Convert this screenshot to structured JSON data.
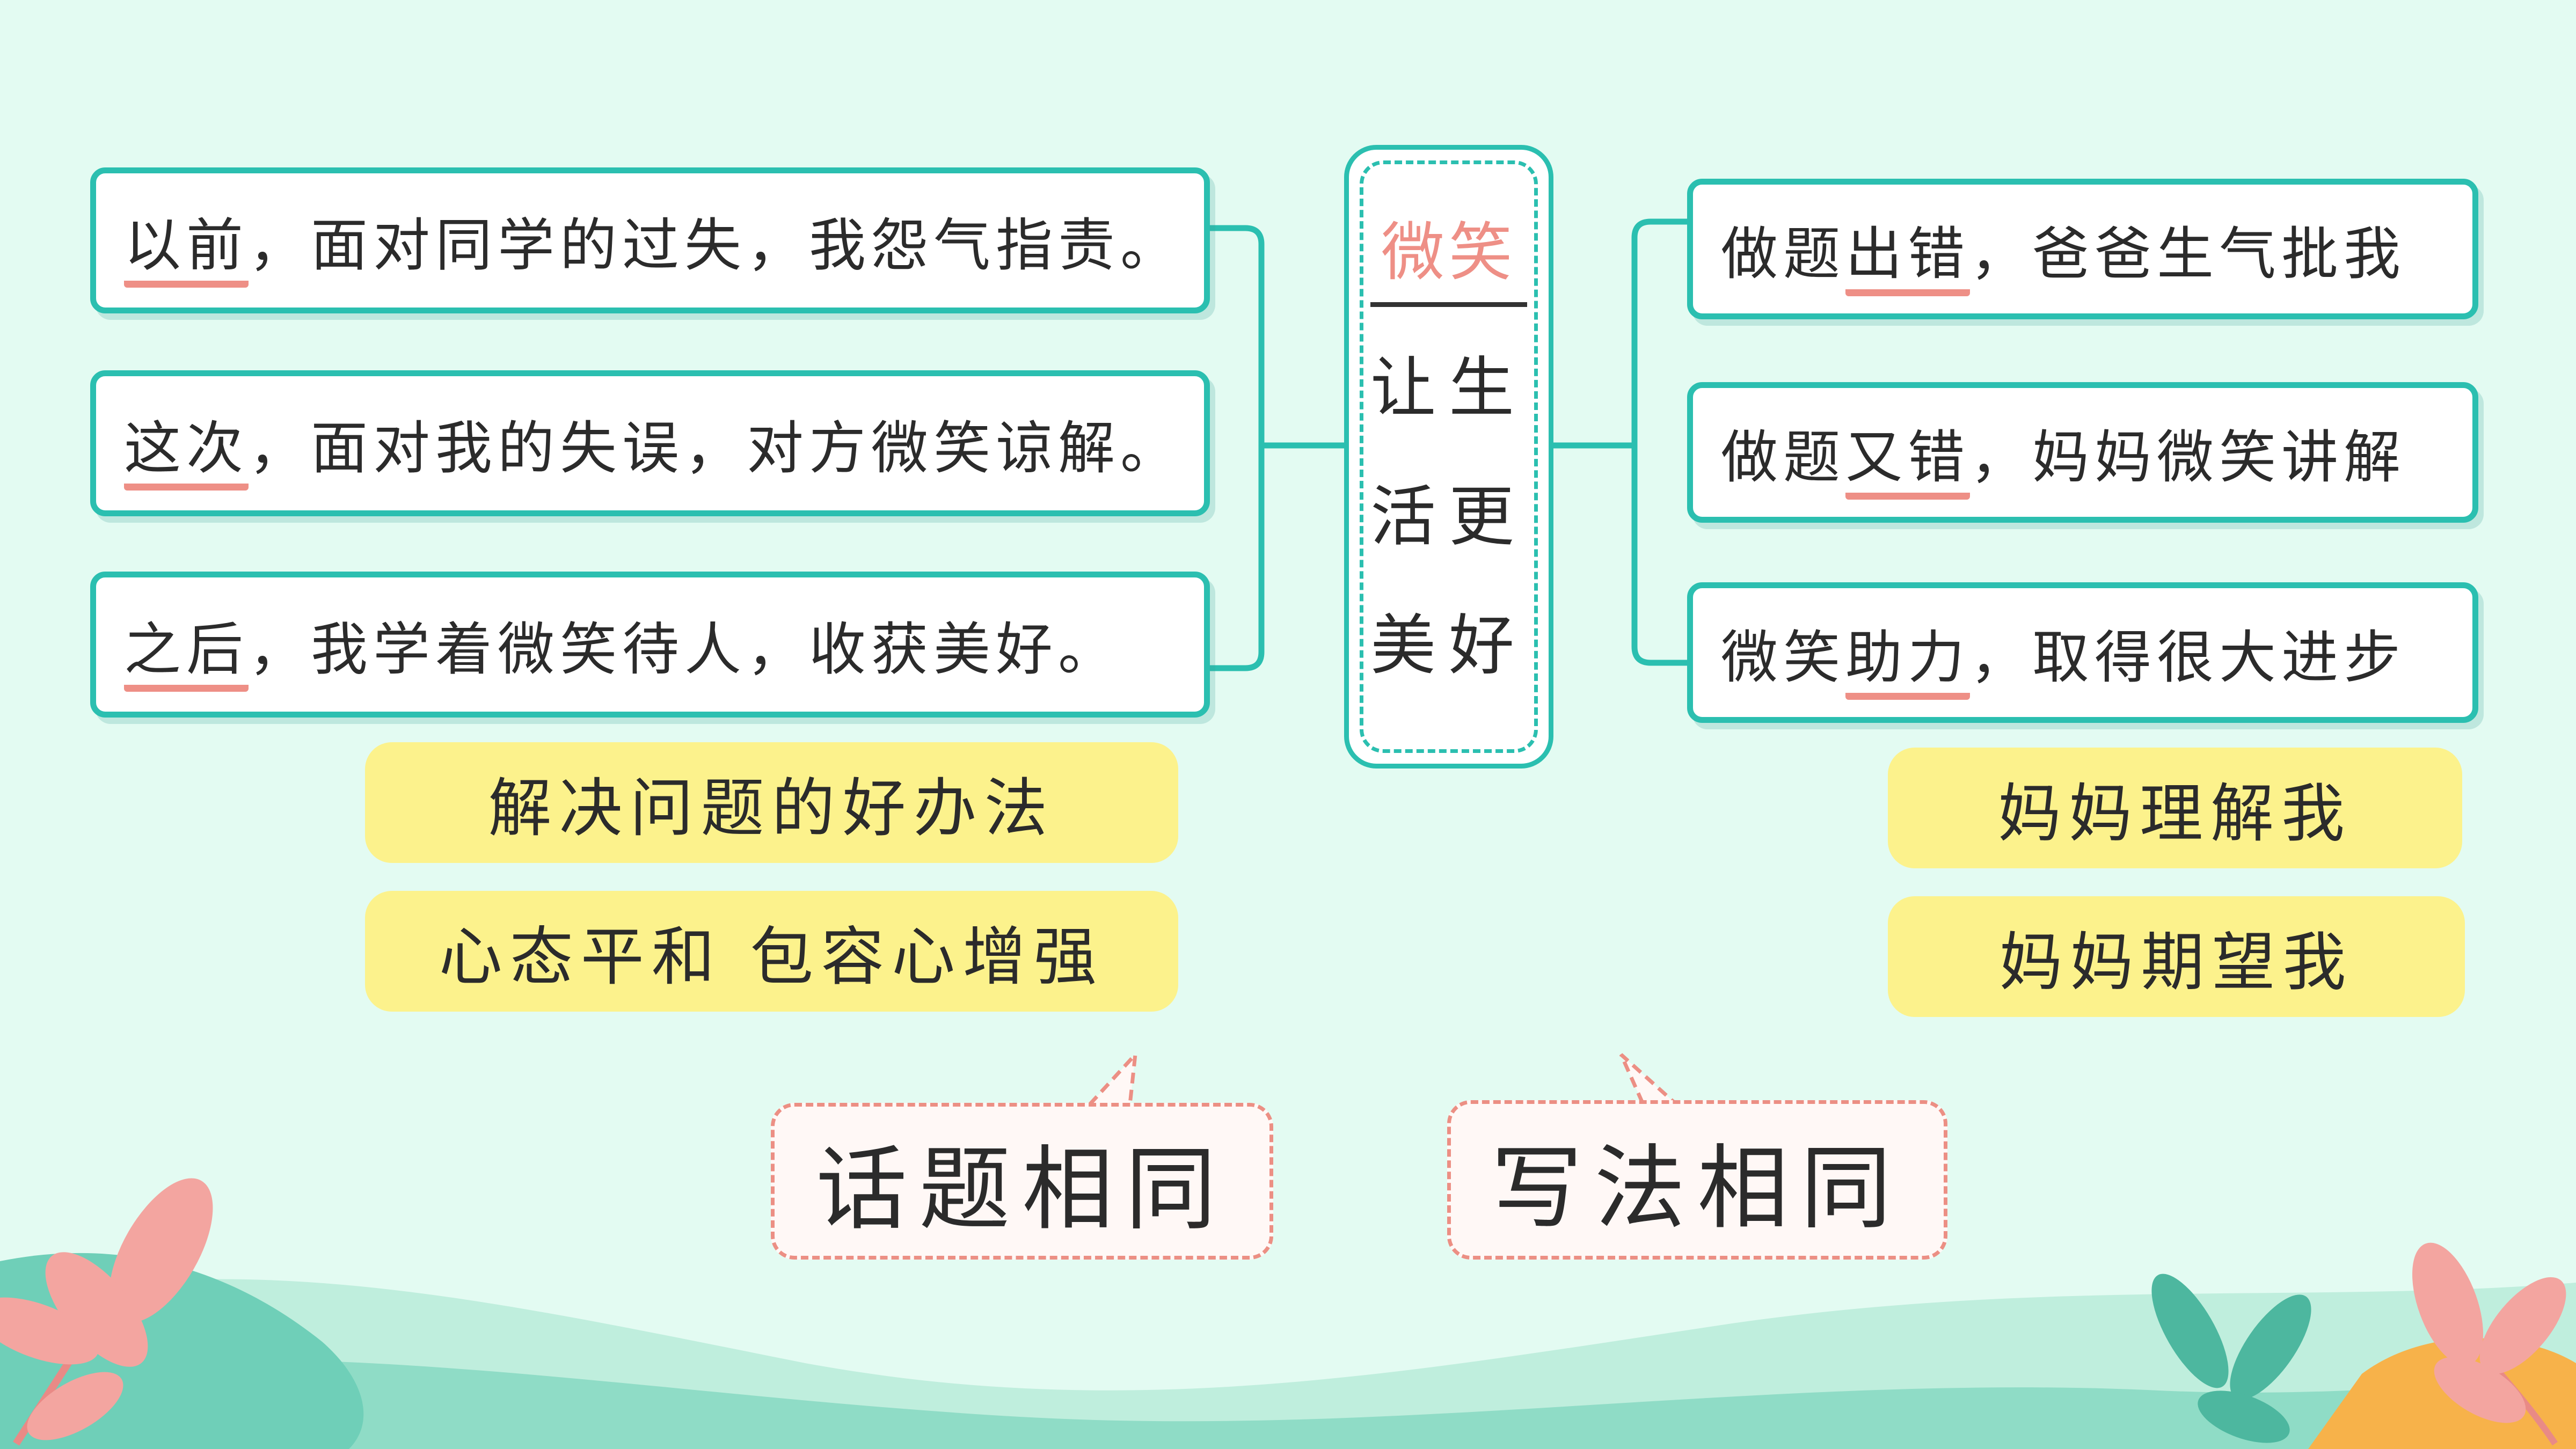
{
  "center": {
    "title": "微笑",
    "lines": [
      "让生",
      "活更",
      "美好"
    ]
  },
  "left": {
    "rows": [
      {
        "marked": "以前",
        "rest": "，面对同学的过失，我怨气指责。"
      },
      {
        "marked": "这次",
        "rest": "，面对我的失误，对方微笑谅解。"
      },
      {
        "marked": "之后",
        "rest": "，我学着微笑待人，收获美好。"
      }
    ],
    "notes": [
      "解决问题的好办法",
      "心态平和  包容心增强"
    ]
  },
  "right": {
    "rows": [
      {
        "before": "做题",
        "marked": "出错",
        "rest": "，爸爸生气批我"
      },
      {
        "before": "做题",
        "marked": "又错",
        "rest": "，妈妈微笑讲解"
      },
      {
        "before": "微笑",
        "marked": "助力",
        "rest": "，取得很大进步"
      }
    ],
    "notes": [
      "妈妈理解我",
      "妈妈期望我"
    ]
  },
  "bubbles": {
    "topic": "话题相同",
    "writing": "写法相同"
  },
  "colors": {
    "background": "#e3fbf2",
    "teal": "#2bbfb0",
    "underline": "#ee8f86",
    "note": "#fcf28c",
    "bubble_border": "#ec8f84"
  }
}
